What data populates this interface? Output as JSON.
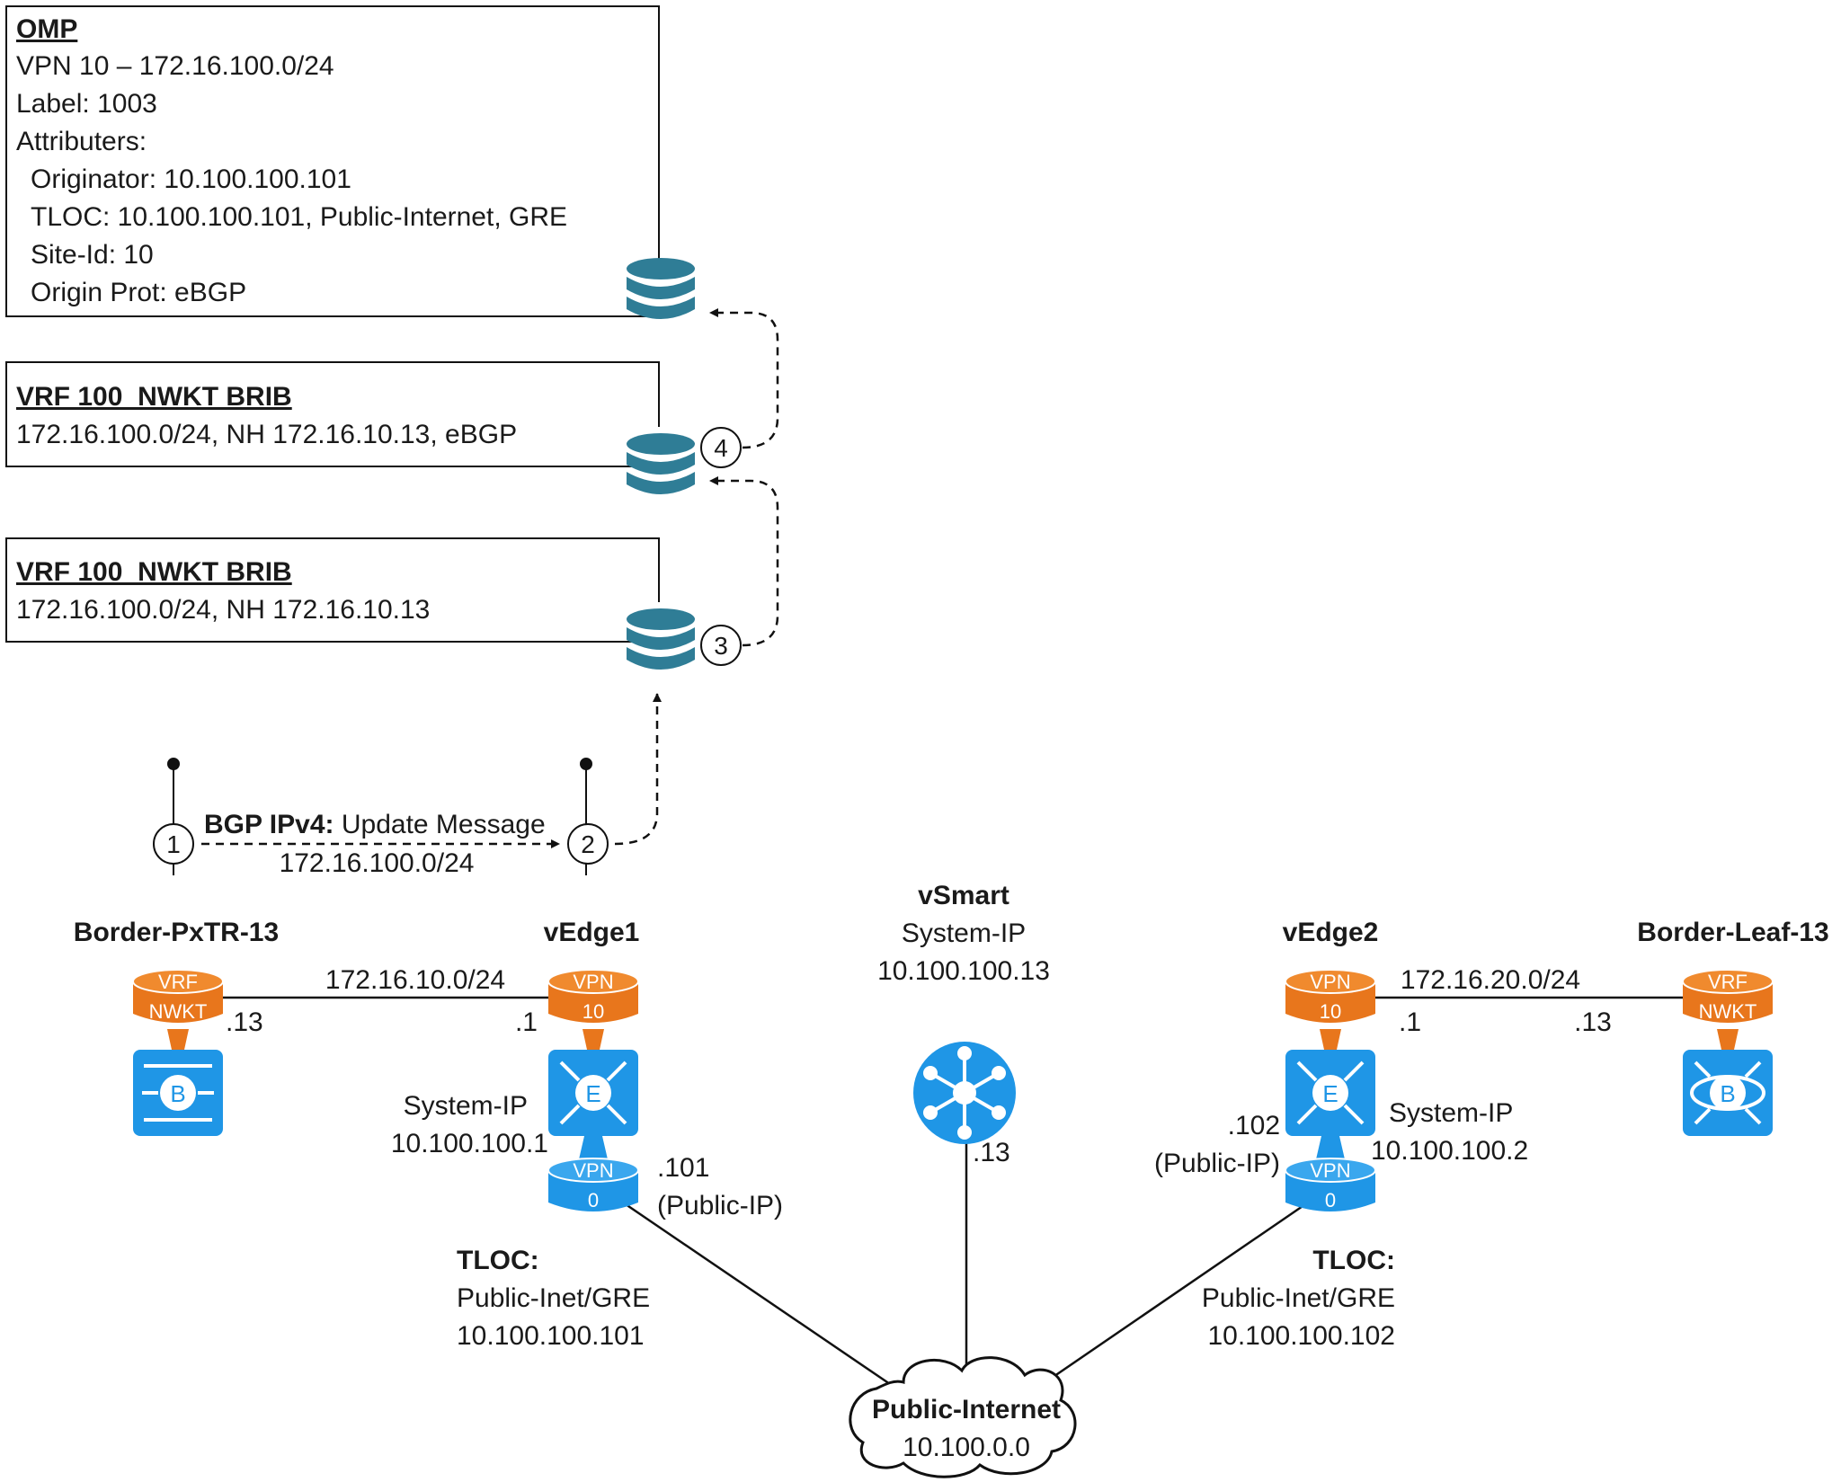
{
  "omp": {
    "title": "OMP",
    "lines": [
      "VPN 10 – 172.16.100.0/24",
      "Label: 1003",
      "Attributers:",
      "Originator: 10.100.100.101",
      "TLOC: 10.100.100.101, Public-Internet, GRE",
      "Site-Id: 10",
      "Origin Prot: eBGP"
    ]
  },
  "vrf_top": {
    "title": "VRF 100_NWKT BRIB",
    "line": "172.16.100.0/24, NH 172.16.10.13, eBGP"
  },
  "vrf_bottom": {
    "title": "VRF 100_NWKT BRIB",
    "line": "172.16.100.0/24, NH 172.16.10.13"
  },
  "steps": [
    "1",
    "2",
    "3",
    "4"
  ],
  "bgp": {
    "bold": "BGP IPv4:",
    "text": " Update Message",
    "prefix": "172.16.100.0/24"
  },
  "border_pxtr": {
    "name": "Border-PxTR-13",
    "vrf_top": "VRF",
    "vrf_bottom": "NWKT",
    "router": "B",
    "ip": ".13"
  },
  "link_left": {
    "subnet": "172.16.10.0/24"
  },
  "vedge1": {
    "name": "vEdge1",
    "vpn10_top": "VPN",
    "vpn10_bottom": "10",
    "vpn0_top": "VPN",
    "vpn0_bottom": "0",
    "router": "E",
    "lan_ip": ".1",
    "sysip_label": "System-IP",
    "sysip": "10.100.100.1",
    "wan_ip": ".101",
    "wan_note": "(Public-IP)",
    "tloc_label": "TLOC:",
    "tloc_type": "Public-Inet/GRE",
    "tloc_ip": "10.100.100.101"
  },
  "vsmart": {
    "name": "vSmart",
    "sysip_label": "System-IP",
    "sysip": "10.100.100.13",
    "ip": ".13"
  },
  "vedge2": {
    "name": "vEdge2",
    "vpn10_top": "VPN",
    "vpn10_bottom": "10",
    "vpn0_top": "VPN",
    "vpn0_bottom": "0",
    "router": "E",
    "lan_ip": ".1",
    "sysip_label": "System-IP",
    "sysip": "10.100.100.2",
    "wan_ip": ".102",
    "wan_note": "(Public-IP)",
    "tloc_label": "TLOC:",
    "tloc_type": "Public-Inet/GRE",
    "tloc_ip": "10.100.100.102"
  },
  "link_right": {
    "subnet": "172.16.20.0/24"
  },
  "border_leaf": {
    "name": "Border-Leaf-13",
    "vrf_top": "VRF",
    "vrf_bottom": "NWKT",
    "router": "B",
    "ip": ".13"
  },
  "internet": {
    "name": "Public-Internet",
    "ip": "10.100.0.0"
  },
  "colors": {
    "orange": "#e8761c",
    "blue": "#1f96e6",
    "teal": "#2f7d96",
    "line": "#111111"
  }
}
